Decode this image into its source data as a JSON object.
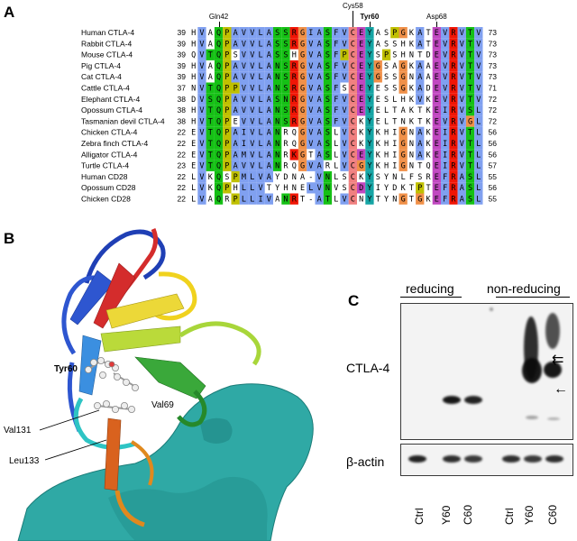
{
  "panels": {
    "a": "A",
    "b": "B",
    "c": "C"
  },
  "alignment": {
    "markers": [
      {
        "label": "Gln42",
        "bold": false
      },
      {
        "label": "Cys58",
        "bold": false
      },
      {
        "label": "Tyr60",
        "bold": true
      },
      {
        "label": "Asp68",
        "bold": false
      }
    ],
    "rows": [
      {
        "name": "Human CTLA-4",
        "start": "39",
        "seq": "HVAQPAVVLASSRGIASFVCEYASPGKATEVRVTV",
        "end": "73"
      },
      {
        "name": "Rabbit CTLA-4",
        "start": "39",
        "seq": "HVAQPAVVLASSRGVASFVCEYASSHKATEVRVTV",
        "end": "73"
      },
      {
        "name": "Mouse CTLA-4",
        "start": "39",
        "seq": "QVTQPSVVLASSHGVASFPCEYSPSHNTDEVRVTV",
        "end": "73"
      },
      {
        "name": "Pig CTLA-4",
        "start": "39",
        "seq": "HVAQPAVVLANSRGVASFVCEYGSAGKAAEVRVTV",
        "end": "73"
      },
      {
        "name": "Cat CTLA-4",
        "start": "39",
        "seq": "HVAQPAVVLANSRGVASFVCEYGSSGNAAEVRVTV",
        "end": "73"
      },
      {
        "name": "Cattle CTLA-4",
        "start": "37",
        "seq": "NVTQPPVVLANSRGVASFSCEYESSGKADEVRVTV",
        "end": "71"
      },
      {
        "name": "Elephant CTLA-4",
        "start": "38",
        "seq": "DVSQPAVVLASNRGVASFVCEYESLHKVKEVRVTV",
        "end": "72"
      },
      {
        "name": "Opossum CTLA-4",
        "start": "38",
        "seq": "HVTQPAVVLANSRGVASFVCEYELTAKTKEIRVSL",
        "end": "72"
      },
      {
        "name": "Tasmanian devil CTLA-4",
        "start": "38",
        "seq": "HVTQPEVVLANSRGVASFVCKYELTNKTKEVRVGL",
        "end": "72"
      },
      {
        "name": "Chicken CTLA-4",
        "start": "22",
        "seq": "EVTQPAIVLANRQGVASLVCKYKHIGNAKEIRVTL",
        "end": "56"
      },
      {
        "name": "Zebra finch CTLA-4",
        "start": "22",
        "seq": "EVTQPAIVLANRQGVASLVCKYKHIGNAKEIRVTL",
        "end": "56"
      },
      {
        "name": "Alligator CTLA-4",
        "start": "22",
        "seq": "EVTQPAMVLANRKGTASLVCEYKHIGNAKEIRVTL",
        "end": "56"
      },
      {
        "name": "Turtle CTLA-4",
        "start": "23",
        "seq": "EVTQPAVVLANRQGVARLVCGYKHIGNTQEIRVTL",
        "end": "57"
      },
      {
        "name": "Human CD28",
        "start": "22",
        "seq": "LVKQSPMLVAYDNA-VNLSCKYSYNLFSREFRASL",
        "end": "55"
      },
      {
        "name": "Opossum CD28",
        "start": "22",
        "seq": "LVKQPHLLVTYHNELVNVSCDYIYDKTPTEFRASL",
        "end": "56"
      },
      {
        "name": "Chicken CD28",
        "start": "22",
        "seq": "LVAQRPLLIVANRT-ATLVCNYTYNGTGKEFRASL",
        "end": "55"
      }
    ],
    "colors": {
      "hydrophobic": "#80a0f0",
      "polar": "#15c015",
      "positive": "#f01505",
      "negative": "#c048c0",
      "cysteine": "#f08080",
      "glycine": "#f09048",
      "proline": "#c0c000",
      "aromatic": "#15a4a4"
    }
  },
  "structure": {
    "labels": {
      "tyr60": "Tyr60",
      "val131": "Val131",
      "val69": "Val69",
      "leu133": "Leu133"
    },
    "surface_color": "#2fa9a5"
  },
  "blot": {
    "conditions": {
      "reducing": "reducing",
      "nonreducing": "non-reducing"
    },
    "rows": {
      "ctla4": "CTLA-4",
      "actin": "β-actin"
    },
    "lanes": [
      "Ctrl",
      "Y60",
      "C60",
      "Ctrl",
      "Y60",
      "C60"
    ],
    "arrows": {
      "double": "⇇",
      "single": "←"
    }
  }
}
